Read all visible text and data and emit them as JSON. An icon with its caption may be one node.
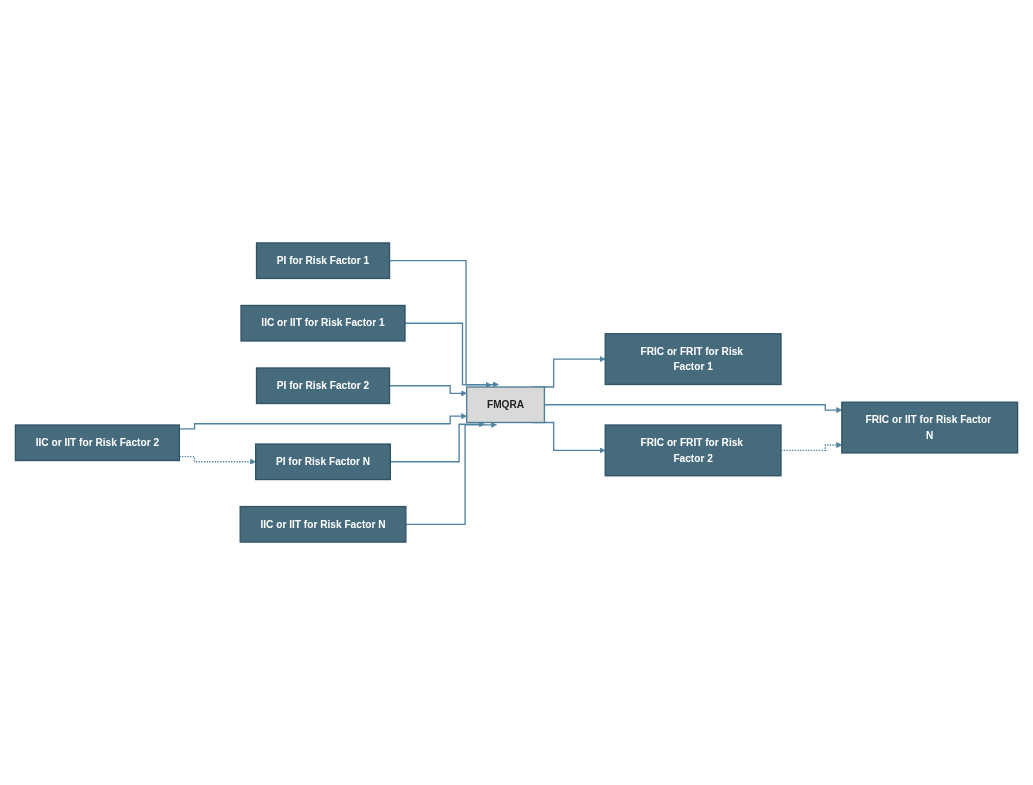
{
  "diagram": {
    "nodes": [
      {
        "text": [
          "PI for Risk Factor 1"
        ]
      },
      {
        "text": [
          "IIC or IIT for Risk Factor 1"
        ]
      },
      {
        "text": [
          "PI for Risk Factor 2"
        ]
      },
      {
        "text": [
          "IIC or IIT for Risk Factor 2"
        ]
      },
      {
        "text": [
          "PI for Risk Factor N"
        ]
      },
      {
        "text": [
          "IIC or IIT for Risk Factor N"
        ]
      },
      {
        "text": [
          "FMQRA"
        ]
      },
      {
        "text": [
          "FRIC or FRIT for Risk Factor 1"
        ]
      },
      {
        "text": [
          "FRIC or FRIT for Risk Factor 2"
        ]
      },
      {
        "text": [
          "FRIC or IIT for Risk Factor N"
        ]
      }
    ],
    "edges": [
      {
        "from": 0,
        "to": 6,
        "arrow": "to"
      },
      {
        "from": 1,
        "to": 6,
        "arrow": "to"
      },
      {
        "from": 2,
        "to": 6,
        "arrow": "to"
      },
      {
        "from": 3,
        "to": 6,
        "arrow": "to"
      },
      {
        "from": 4,
        "to": 6,
        "arrow": "to"
      },
      {
        "from": 5,
        "to": 6,
        "arrow": "to"
      },
      {
        "from": 3,
        "to": 4,
        "arrow": "to",
        "style": "dashed"
      },
      {
        "from": 6,
        "to": 7,
        "arrow": "to"
      },
      {
        "from": 6,
        "to": 8,
        "arrow": "to"
      },
      {
        "from": 6,
        "to": 9,
        "arrow": "to"
      },
      {
        "from": 8,
        "to": 9,
        "arrow": "to",
        "style": "dashed"
      }
    ]
  }
}
